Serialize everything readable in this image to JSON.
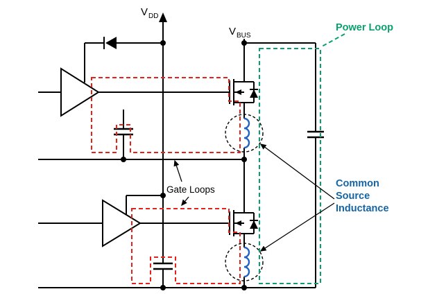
{
  "diagram": {
    "labels": {
      "vdd_main": "V",
      "vdd_sub": "DD",
      "vbus_main": "V",
      "vbus_sub": "BUS",
      "power_loop": "Power Loop",
      "gate_loops": "Gate Loops",
      "csi_line1": "Common",
      "csi_line2": "Source",
      "csi_line3": "Inductance"
    },
    "colors": {
      "gate_loop_red": "#e32219",
      "power_loop_green": "#0aa06e",
      "csi_label_blue": "#1465a5",
      "inductor_blue": "#2161c4",
      "wire_black": "#000000",
      "background": "#ffffff"
    }
  }
}
